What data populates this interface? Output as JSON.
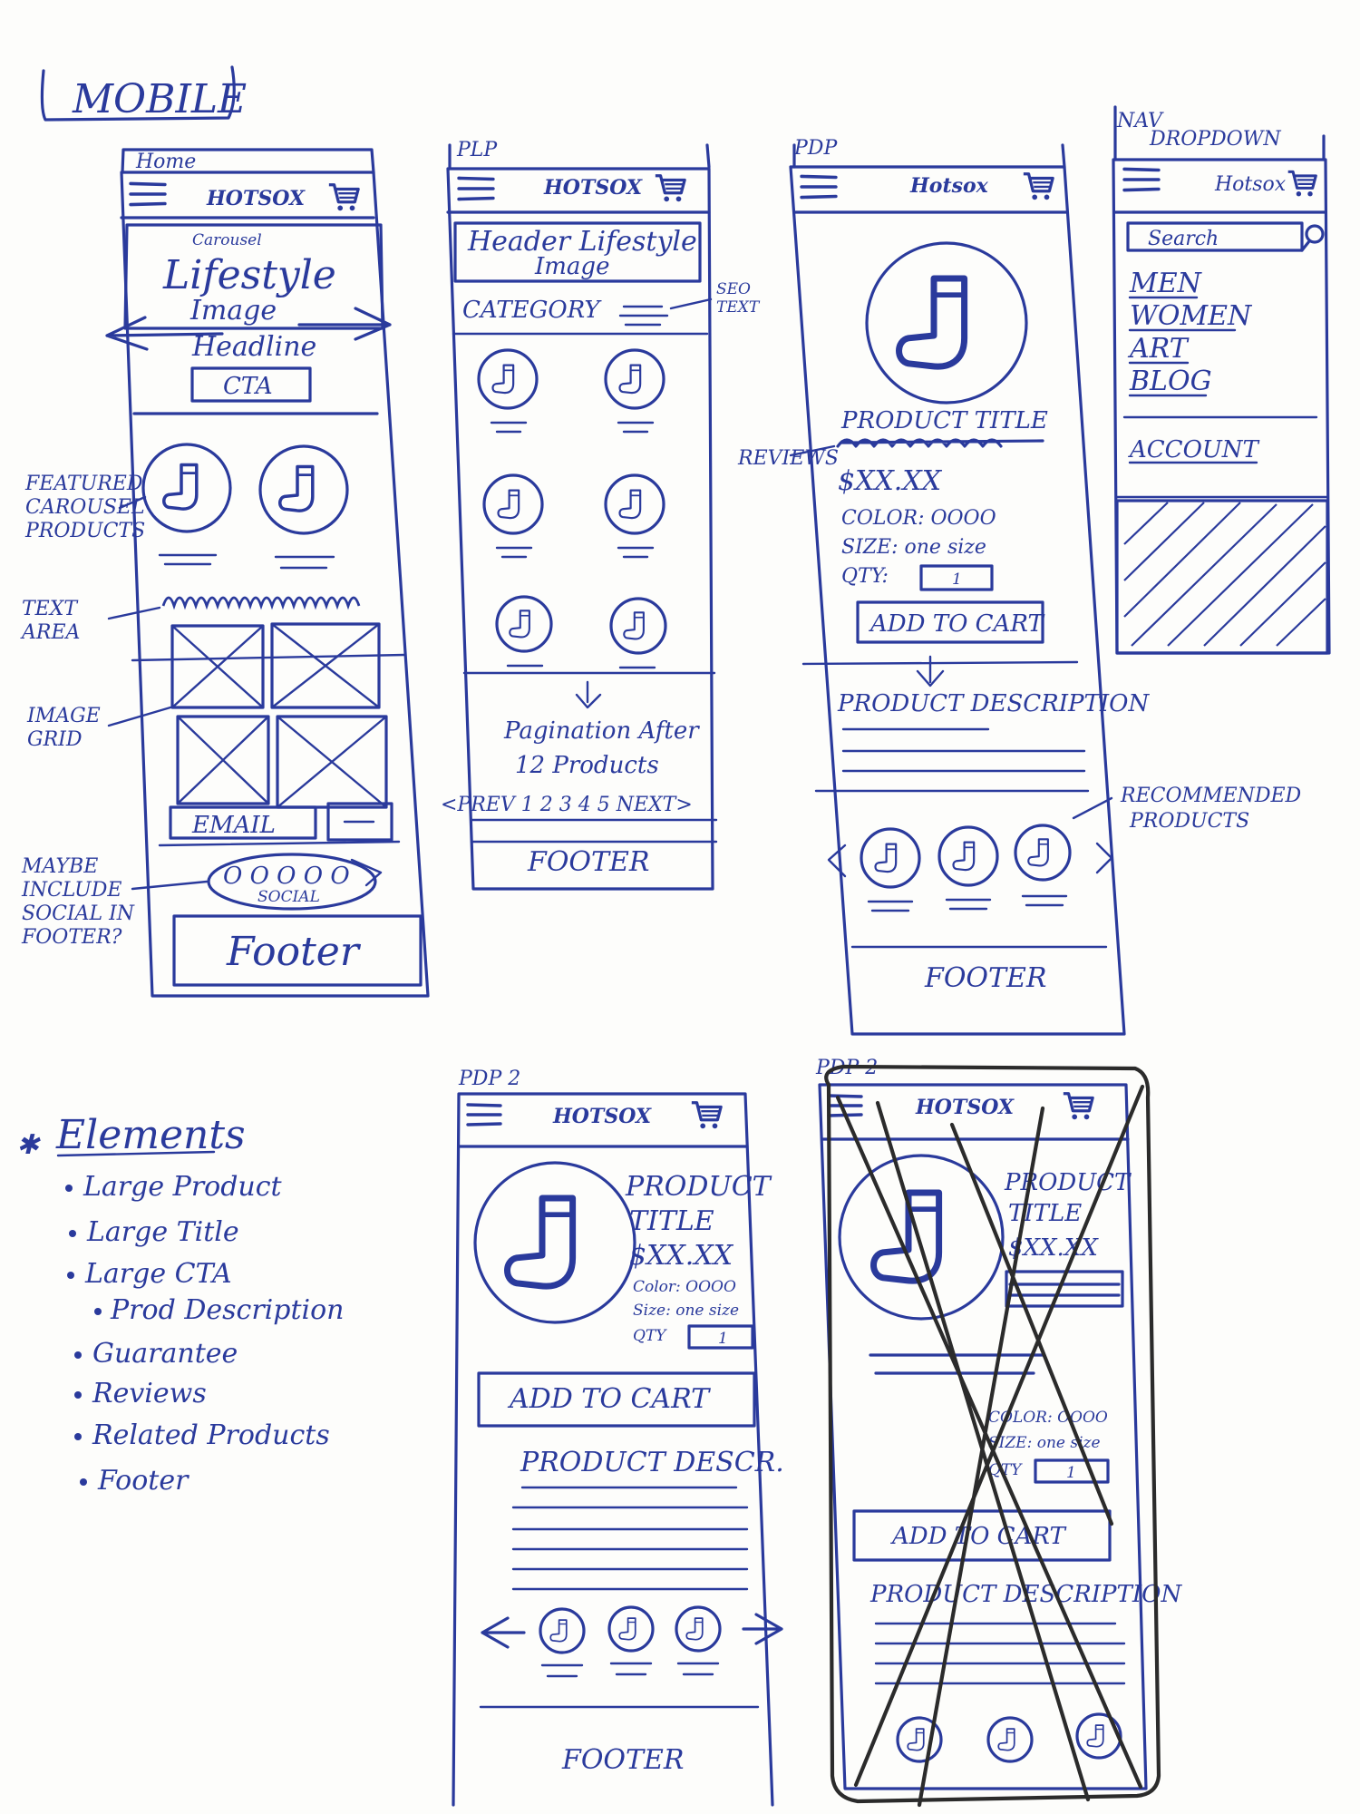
{
  "page_label": "MOBILE",
  "brand": "HOTSOX",
  "brand_alt": "Hotsox",
  "screens": {
    "home": {
      "label": "Home",
      "carousel": "Carousel",
      "lifestyle_image": [
        "Lifestyle",
        "Image"
      ],
      "headline": "Headline",
      "cta": "CTA",
      "email": "EMAIL",
      "social_dots": "O O O O O",
      "social": "SOCIAL",
      "footer": "Footer"
    },
    "plp": {
      "label": "PLP",
      "header_image": [
        "Header Lifestyle",
        "Image"
      ],
      "category": "CATEGORY",
      "pagination_note": [
        "Pagination After",
        "12 Products"
      ],
      "pagination": "<PREV 1 2 3 4 5 NEXT>",
      "footer": "FOOTER"
    },
    "pdp": {
      "label": "PDP",
      "product_title": "PRODUCT TITLE",
      "price": "$XX.XX",
      "color": "COLOR: OOOO",
      "size": "SIZE: one size",
      "qty": "QTY:",
      "qty_value": "1",
      "add_to_cart": "ADD TO CART",
      "product_description": "PRODUCT DESCRIPTION",
      "footer": "FOOTER"
    },
    "nav": {
      "label": [
        "NAV",
        "DROPDOWN"
      ],
      "search": "Search",
      "menu": [
        "MEN",
        "WOMEN",
        "ART",
        "BLOG"
      ],
      "account": "ACCOUNT"
    },
    "pdp2": {
      "label": "PDP 2",
      "product_title": [
        "PRODUCT",
        "TITLE"
      ],
      "price": "$XX.XX",
      "color": "Color: OOOO",
      "size": "Size: one size",
      "qty": "QTY",
      "qty_value": "1",
      "add_to_cart": "ADD TO CART",
      "product_description": "PRODUCT DESCR.",
      "footer": "FOOTER"
    },
    "pdp2_rejected": {
      "label": "PDP 2",
      "product_title": [
        "PRODUCT",
        "TITLE"
      ],
      "price": "$XX.XX",
      "color": "COLOR: OOOO",
      "size": "SIZE: one size",
      "qty": "QTY",
      "qty_value": "1",
      "add_to_cart": "ADD TO CART",
      "product_description": "PRODUCT DESCRIPTION"
    }
  },
  "annotations": {
    "featured": [
      "FEATURED",
      "CAROUSEL",
      "PRODUCTS"
    ],
    "text_area": [
      "TEXT",
      "AREA"
    ],
    "image_grid": [
      "IMAGE",
      "GRID"
    ],
    "social_footer": [
      "MAYBE",
      "INCLUDE",
      "SOCIAL IN",
      "FOOTER?"
    ],
    "seo_text": [
      "SEO",
      "TEXT"
    ],
    "reviews": "REVIEWS",
    "recommended": [
      "RECOMMENDED",
      "PRODUCTS"
    ]
  },
  "elements": {
    "title": "Elements",
    "items": [
      "Large Product",
      "Large Title",
      "Large CTA",
      "Prod Description",
      "Guarantee",
      "Reviews",
      "Related Products",
      "Footer"
    ]
  },
  "colors": {
    "ink": "#2a3a9c",
    "pencil": "#2b2b2b",
    "paper": "#fdfdfb"
  }
}
